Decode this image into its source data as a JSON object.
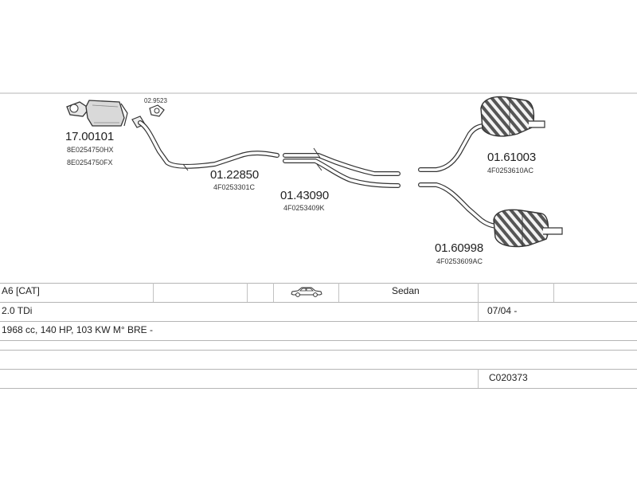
{
  "parts": [
    {
      "number": "17.00101",
      "refs": [
        "8E0254750HX",
        "8E0254750FX"
      ]
    },
    {
      "number": "02.9523",
      "refs": []
    },
    {
      "number": "01.22850",
      "refs": [
        "4F0253301C"
      ]
    },
    {
      "number": "01.43090",
      "refs": [
        "4F0253409K"
      ]
    },
    {
      "number": "01.61003",
      "refs": [
        "4F0253610AC"
      ]
    },
    {
      "number": "01.60998",
      "refs": [
        "4F0253609AC"
      ]
    }
  ],
  "vehicle": {
    "model": "A6  [CAT]",
    "body": "Sedan",
    "engine": "2.0 TDi",
    "date": "07/04 -",
    "spec": "1968 cc, 140 HP, 103 KW M° BRE -",
    "code": "C020373"
  },
  "icons": {
    "car": "car-sedan-icon"
  }
}
